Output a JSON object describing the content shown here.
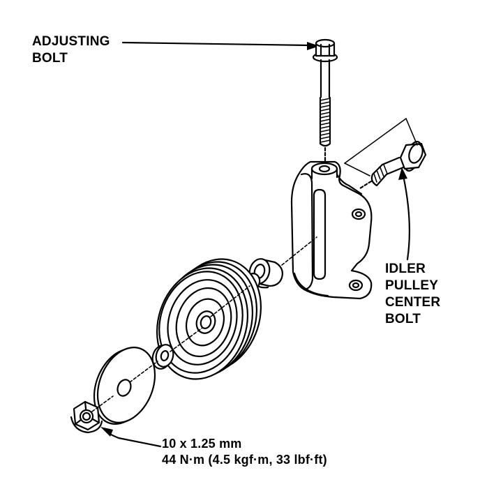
{
  "labels": {
    "adjusting_bolt": [
      "ADJUSTING",
      "BOLT"
    ],
    "idler_center_bolt": [
      "IDLER",
      "PULLEY",
      "CENTER",
      "BOLT"
    ],
    "spec": [
      "10 x 1.25 mm",
      "44 N·m (4.5 kgf·m, 33 lbf·ft)"
    ]
  }
}
